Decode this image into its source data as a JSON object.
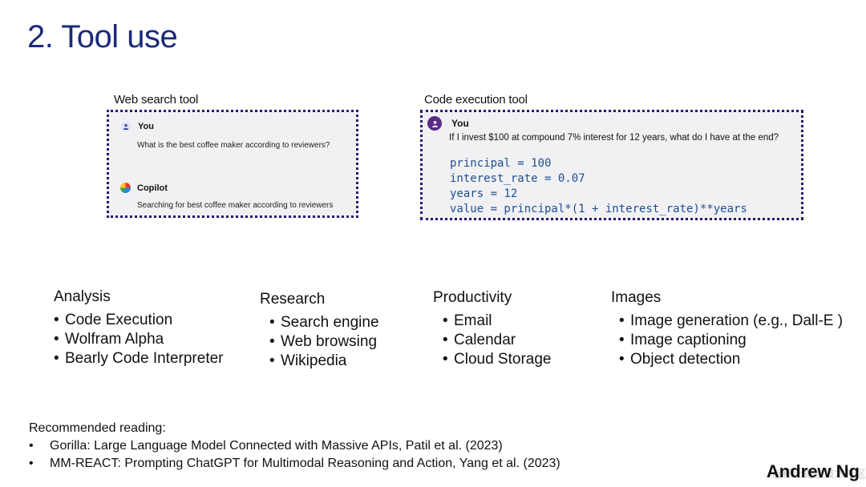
{
  "slide": {
    "title": "2. Tool use",
    "author": "Andrew Ng",
    "watermark": "@稀土掘金技术社区"
  },
  "web_search": {
    "label": "Web search tool",
    "user_name": "You",
    "user_question": "What is the best coffee maker according to reviewers?",
    "bot_name": "Copilot",
    "bot_status": "Searching for best coffee maker according to reviewers"
  },
  "code_exec": {
    "label": "Code execution tool",
    "user_name": "You",
    "user_question": "If I invest $100 at compound 7% interest for 12 years, what do I have at the end?",
    "code_lines": [
      "principal = 100",
      "interest_rate = 0.07",
      "years = 12",
      "value = principal*(1 + interest_rate)**years"
    ]
  },
  "categories": [
    {
      "heading": "Analysis",
      "items": [
        "Code Execution",
        "Wolfram Alpha",
        "Bearly Code Interpreter"
      ]
    },
    {
      "heading": "Research",
      "items": [
        "Search engine",
        "Web browsing",
        "Wikipedia"
      ]
    },
    {
      "heading": "Productivity",
      "items": [
        "Email",
        "Calendar",
        "Cloud Storage"
      ]
    },
    {
      "heading": "Images",
      "items": [
        "Image generation (e.g., Dall-E )",
        "Image captioning",
        "Object detection"
      ]
    }
  ],
  "reading": {
    "heading": "Recommended reading:",
    "items": [
      "Gorilla: Large Language Model Connected with Massive APIs, Patil et al. (2023)",
      "MM-REACT: Prompting ChatGPT for Multimodal Reasoning and Action, Yang et al. (2023)"
    ]
  },
  "colors": {
    "title": "#1b2a7a",
    "panel_border": "#2b1670",
    "code_text": "#1d4f91"
  }
}
